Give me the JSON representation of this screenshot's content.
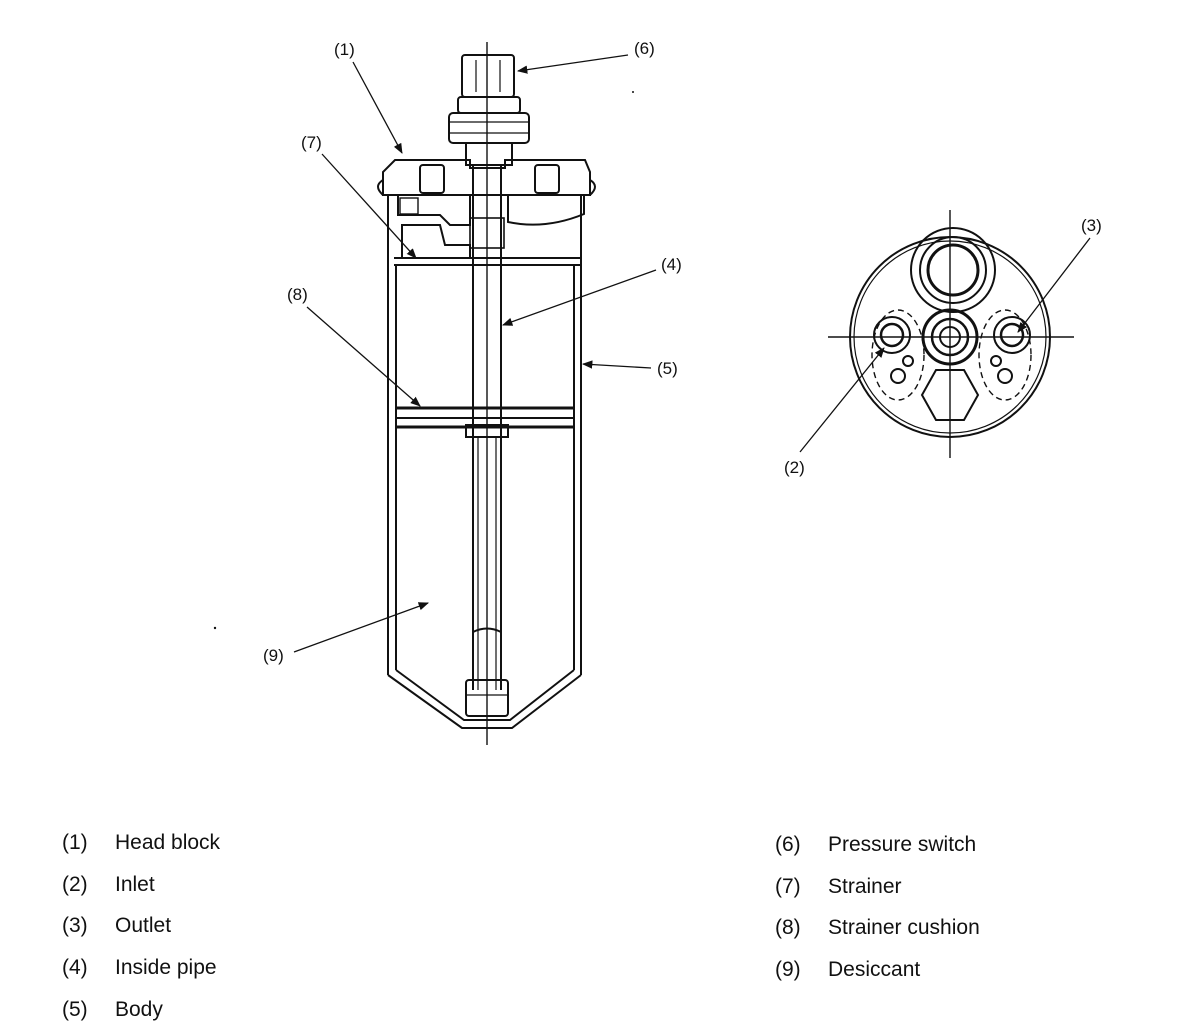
{
  "callouts": {
    "c1": "(1)",
    "c2": "(2)",
    "c3": "(3)",
    "c4": "(4)",
    "c5": "(5)",
    "c6": "(6)",
    "c7": "(7)",
    "c8": "(8)",
    "c9": "(9)"
  },
  "legend_left": [
    {
      "num": "(1)",
      "label": "Head block"
    },
    {
      "num": "(2)",
      "label": "Inlet"
    },
    {
      "num": "(3)",
      "label": "Outlet"
    },
    {
      "num": "(4)",
      "label": "Inside pipe"
    },
    {
      "num": "(5)",
      "label": "Body"
    }
  ],
  "legend_right": [
    {
      "num": "(6)",
      "label": "Pressure switch"
    },
    {
      "num": "(7)",
      "label": "Strainer"
    },
    {
      "num": "(8)",
      "label": "Strainer cushion"
    },
    {
      "num": "(9)",
      "label": "Desiccant"
    }
  ]
}
